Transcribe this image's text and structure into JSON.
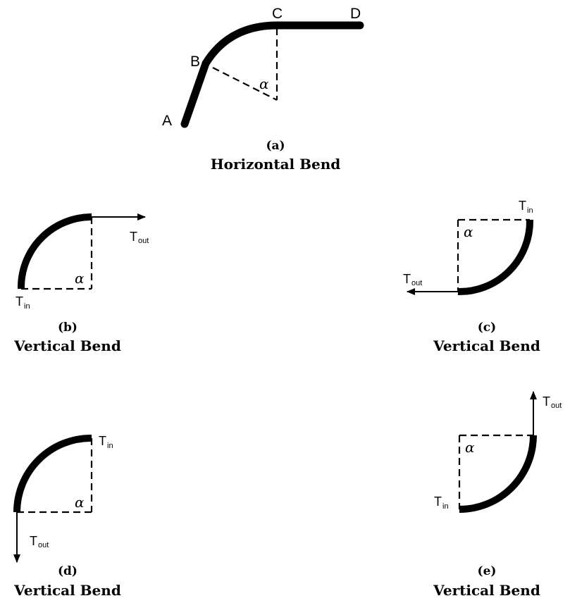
{
  "panel_a": {
    "points": [
      "A",
      "B",
      "C",
      "D"
    ],
    "angle": "α",
    "label": "(a)",
    "caption": "Horizontal Bend"
  },
  "panel_b": {
    "angle": "α",
    "t_in": {
      "main": "T",
      "sub": "in"
    },
    "t_out": {
      "main": "T",
      "sub": "out"
    },
    "label": "(b)",
    "caption": "Vertical Bend"
  },
  "panel_c": {
    "angle": "α",
    "t_in": {
      "main": "T",
      "sub": "in"
    },
    "t_out": {
      "main": "T",
      "sub": "out"
    },
    "label": "(c)",
    "caption": "Vertical Bend"
  },
  "panel_d": {
    "angle": "α",
    "t_in": {
      "main": "T",
      "sub": "in"
    },
    "t_out": {
      "main": "T",
      "sub": "out"
    },
    "label": "(d)",
    "caption": "Vertical Bend"
  },
  "panel_e": {
    "angle": "α",
    "t_in": {
      "main": "T",
      "sub": "in"
    },
    "t_out": {
      "main": "T",
      "sub": "out"
    },
    "label": "(e)",
    "caption": "Vertical Bend"
  }
}
